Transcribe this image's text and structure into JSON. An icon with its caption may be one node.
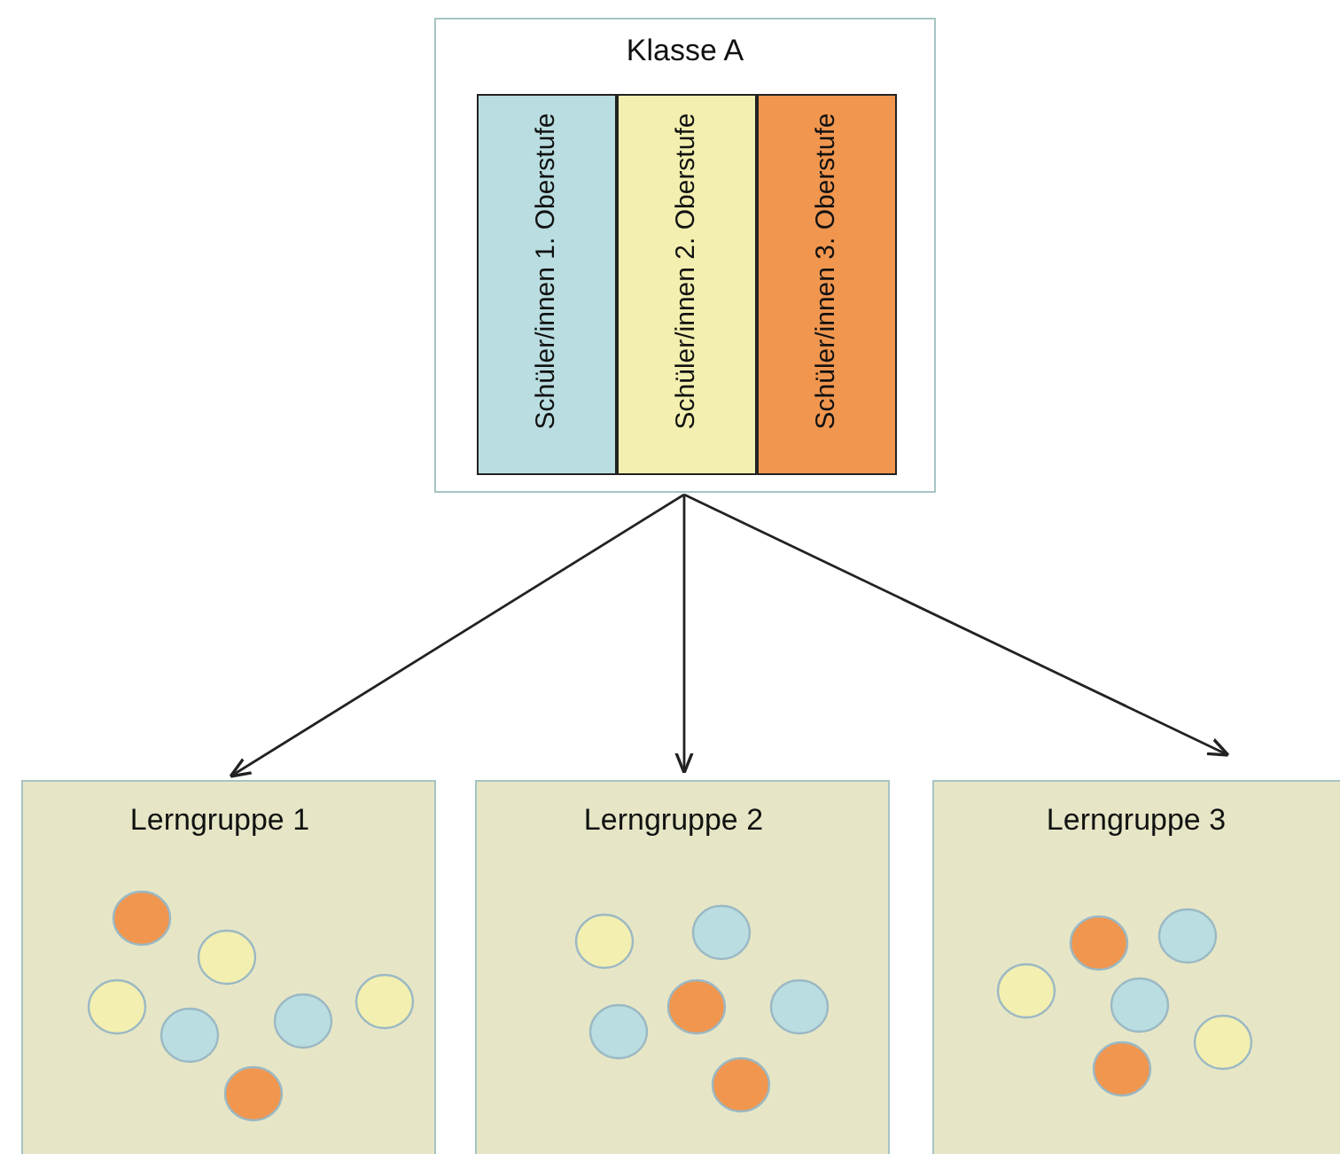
{
  "diagram": {
    "nodes": [
      {
        "text": [
          "Klasse A"
        ]
      },
      {
        "text": [
          "Schüler/innen 1. Oberstufe"
        ],
        "in": 0
      },
      {
        "text": [
          "Schüler/innen 2. Oberstufe"
        ],
        "in": 0
      },
      {
        "text": [
          "Schüler/innen 3. Oberstufe"
        ],
        "in": 0
      },
      {
        "text": [
          "Lerngruppe 1"
        ]
      },
      {
        "text": [
          "Lerngruppe 2"
        ]
      },
      {
        "text": [
          "Lerngruppe 3"
        ]
      }
    ],
    "edges": [
      {
        "from": 0,
        "to": 4,
        "arrow": "to"
      },
      {
        "from": 0,
        "to": 5,
        "arrow": "to"
      },
      {
        "from": 0,
        "to": 6,
        "arrow": "to"
      }
    ]
  }
}
